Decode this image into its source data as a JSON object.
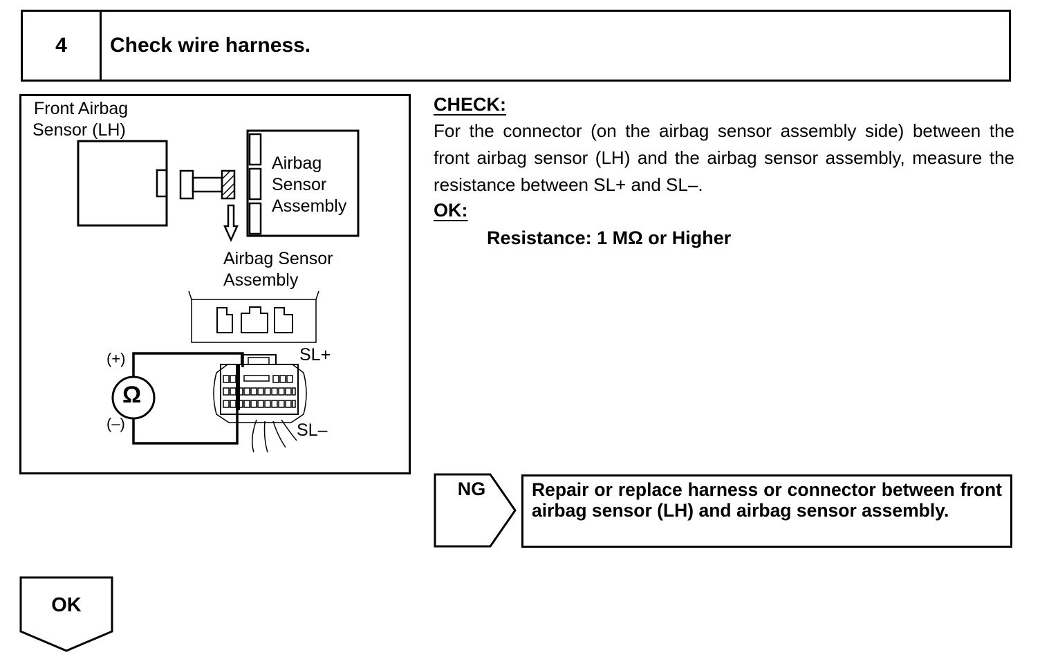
{
  "step": {
    "number": "4",
    "title": "Check wire harness."
  },
  "diagram": {
    "labels": {
      "front_sensor_line1": "Front Airbag",
      "front_sensor_line2": "Sensor (LH)",
      "assembly_line1": "Airbag",
      "assembly_line2": "Sensor",
      "assembly_line3": "Assembly",
      "assembly2_line1": "Airbag Sensor",
      "assembly2_line2": "Assembly",
      "plus": "(+)",
      "minus": "(–)",
      "ohm": "Ω",
      "sl_plus": "SL+",
      "sl_minus": "SL–"
    }
  },
  "check": {
    "heading": "CHECK:",
    "text": "For the connector (on the airbag sensor assembly side) between the front airbag sensor (LH) and the airbag sensor assembly, measure the resistance between SL+ and SL–.",
    "ok_heading": "OK:",
    "spec": "Resistance: 1 MΩ or Higher"
  },
  "ng": {
    "label": "NG",
    "action": "Repair or replace harness or connector between front airbag sensor (LH) and airbag sensor assembly."
  },
  "ok": {
    "label": "OK"
  }
}
